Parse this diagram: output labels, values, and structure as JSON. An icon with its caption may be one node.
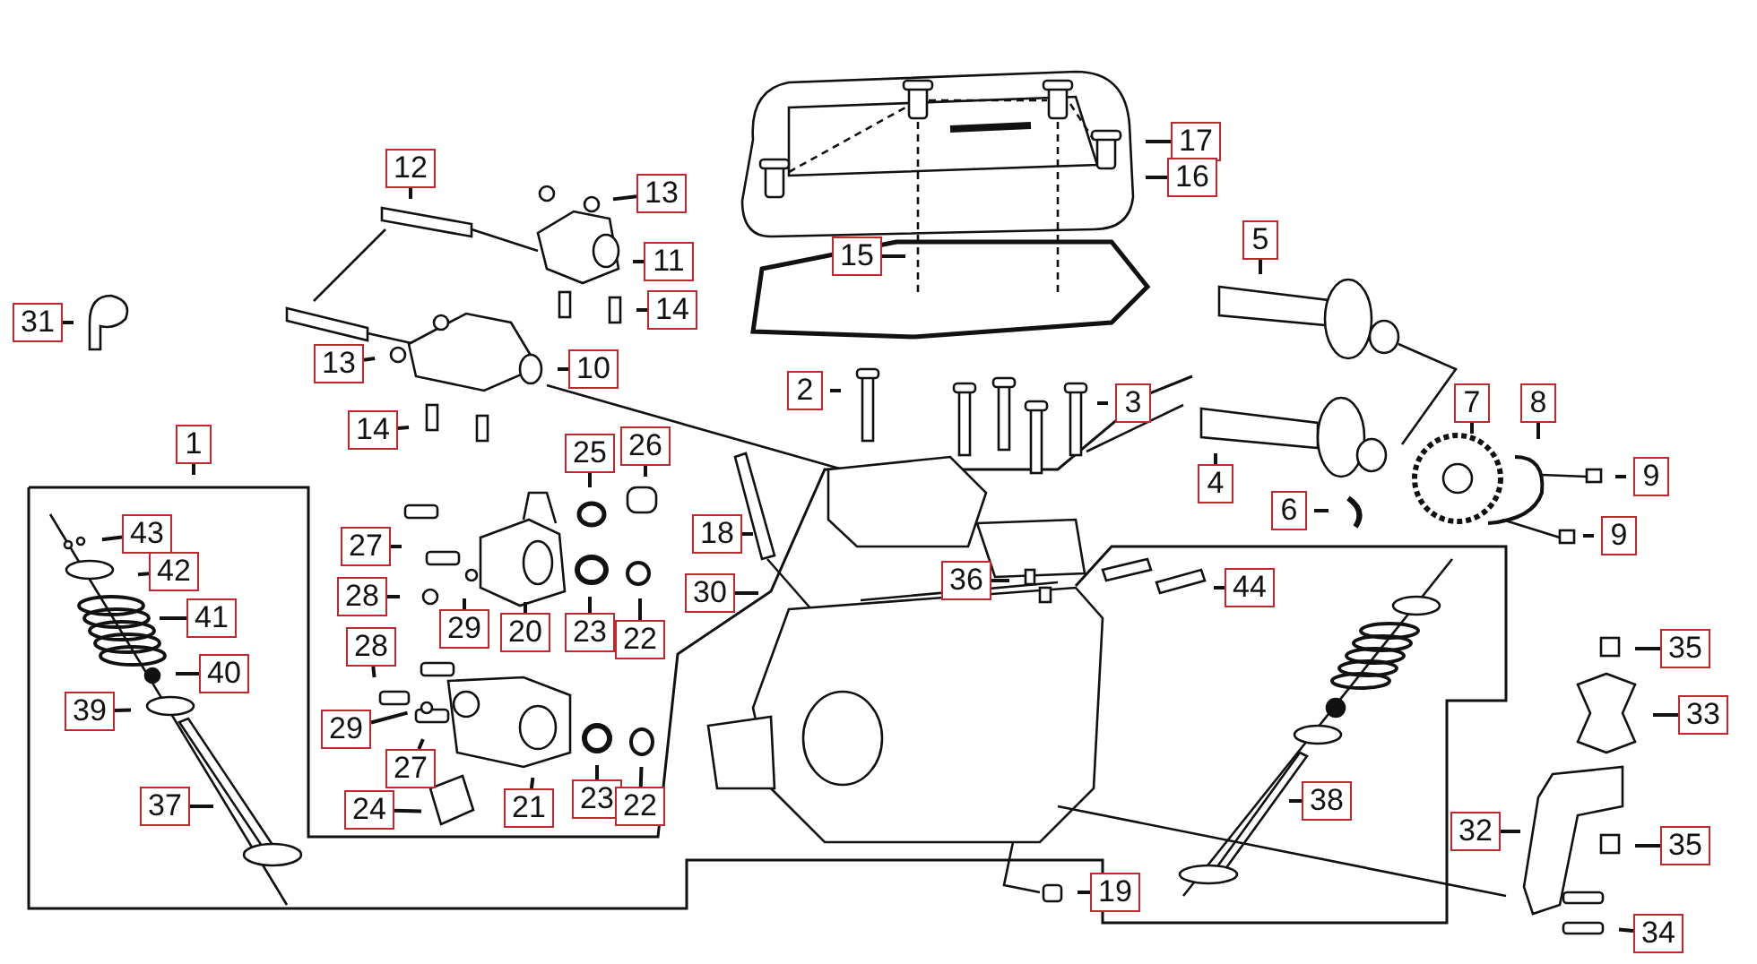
{
  "diagram": {
    "nodes": [
      {
        "text": [
          "17"
        ]
      },
      {
        "text": [
          "16"
        ]
      },
      {
        "text": [
          "12"
        ]
      },
      {
        "text": [
          "13"
        ]
      },
      {
        "text": [
          "11"
        ]
      },
      {
        "text": [
          "15"
        ]
      },
      {
        "text": [
          "5"
        ]
      },
      {
        "text": [
          "31"
        ]
      },
      {
        "text": [
          "14"
        ]
      },
      {
        "text": [
          "13"
        ]
      },
      {
        "text": [
          "10"
        ]
      },
      {
        "text": [
          "2"
        ]
      },
      {
        "text": [
          "3"
        ]
      },
      {
        "text": [
          "7"
        ]
      },
      {
        "text": [
          "8"
        ]
      },
      {
        "text": [
          "14"
        ]
      },
      {
        "text": [
          "4"
        ]
      },
      {
        "text": [
          "1"
        ]
      },
      {
        "text": [
          "25"
        ]
      },
      {
        "text": [
          "26"
        ]
      },
      {
        "text": [
          "9"
        ]
      },
      {
        "text": [
          "6"
        ]
      },
      {
        "text": [
          "9"
        ]
      },
      {
        "text": [
          "18"
        ]
      },
      {
        "text": [
          "27"
        ]
      },
      {
        "text": [
          "43"
        ]
      },
      {
        "text": [
          "42"
        ]
      },
      {
        "text": [
          "30"
        ]
      },
      {
        "text": [
          "28"
        ]
      },
      {
        "text": [
          "29"
        ]
      },
      {
        "text": [
          "20"
        ]
      },
      {
        "text": [
          "23"
        ]
      },
      {
        "text": [
          "22"
        ]
      },
      {
        "text": [
          "36"
        ]
      },
      {
        "text": [
          "44"
        ]
      },
      {
        "text": [
          "41"
        ]
      },
      {
        "text": [
          "40"
        ]
      },
      {
        "text": [
          "39"
        ]
      },
      {
        "text": [
          "28"
        ]
      },
      {
        "text": [
          "35"
        ]
      },
      {
        "text": [
          "29"
        ]
      },
      {
        "text": [
          "33"
        ]
      },
      {
        "text": [
          "27"
        ]
      },
      {
        "text": [
          "37"
        ]
      },
      {
        "text": [
          "24"
        ]
      },
      {
        "text": [
          "21"
        ]
      },
      {
        "text": [
          "23"
        ]
      },
      {
        "text": [
          "22"
        ]
      },
      {
        "text": [
          "38"
        ]
      },
      {
        "text": [
          "32"
        ]
      },
      {
        "text": [
          "35"
        ]
      },
      {
        "text": [
          "19"
        ]
      },
      {
        "text": [
          "34"
        ]
      }
    ],
    "edges": [
      {
        "from": 0,
        "to": null,
        "arrow": "none"
      },
      {
        "from": 1,
        "to": null,
        "arrow": "none"
      },
      {
        "from": 2,
        "to": null,
        "arrow": "none"
      },
      {
        "from": 3,
        "to": null,
        "arrow": "none"
      },
      {
        "from": 4,
        "to": null,
        "arrow": "none"
      },
      {
        "from": 5,
        "to": null,
        "arrow": "none"
      },
      {
        "from": 6,
        "to": null,
        "arrow": "none"
      },
      {
        "from": 7,
        "to": null,
        "arrow": "none"
      },
      {
        "from": 8,
        "to": null,
        "arrow": "none"
      },
      {
        "from": 9,
        "to": null,
        "arrow": "none"
      },
      {
        "from": 10,
        "to": null,
        "arrow": "none"
      },
      {
        "from": 11,
        "to": null,
        "arrow": "none"
      },
      {
        "from": 12,
        "to": null,
        "arrow": "none"
      },
      {
        "from": 13,
        "to": null,
        "arrow": "none"
      },
      {
        "from": 14,
        "to": null,
        "arrow": "none"
      },
      {
        "from": 15,
        "to": null,
        "arrow": "none"
      },
      {
        "from": 16,
        "to": null,
        "arrow": "none"
      },
      {
        "from": 17,
        "to": null,
        "arrow": "none"
      },
      {
        "from": 18,
        "to": null,
        "arrow": "none"
      },
      {
        "from": 19,
        "to": null,
        "arrow": "none"
      },
      {
        "from": 20,
        "to": null,
        "arrow": "none"
      },
      {
        "from": 21,
        "to": null,
        "arrow": "none"
      },
      {
        "from": 22,
        "to": null,
        "arrow": "none"
      },
      {
        "from": 23,
        "to": null,
        "arrow": "none"
      },
      {
        "from": 24,
        "to": null,
        "arrow": "none"
      },
      {
        "from": 25,
        "to": null,
        "arrow": "none"
      },
      {
        "from": 26,
        "to": null,
        "arrow": "none"
      },
      {
        "from": 27,
        "to": null,
        "arrow": "none"
      },
      {
        "from": 28,
        "to": null,
        "arrow": "none"
      },
      {
        "from": 29,
        "to": null,
        "arrow": "none"
      },
      {
        "from": 30,
        "to": null,
        "arrow": "none"
      },
      {
        "from": 31,
        "to": null,
        "arrow": "none"
      },
      {
        "from": 32,
        "to": null,
        "arrow": "none"
      },
      {
        "from": 33,
        "to": null,
        "arrow": "none"
      },
      {
        "from": 34,
        "to": null,
        "arrow": "none"
      },
      {
        "from": 35,
        "to": null,
        "arrow": "none"
      },
      {
        "from": 36,
        "to": null,
        "arrow": "none"
      },
      {
        "from": 37,
        "to": null,
        "arrow": "none"
      },
      {
        "from": 38,
        "to": null,
        "arrow": "none"
      },
      {
        "from": 39,
        "to": null,
        "arrow": "none"
      },
      {
        "from": 40,
        "to": null,
        "arrow": "none"
      },
      {
        "from": 41,
        "to": null,
        "arrow": "none"
      },
      {
        "from": 42,
        "to": null,
        "arrow": "none"
      },
      {
        "from": 43,
        "to": null,
        "arrow": "none"
      },
      {
        "from": 44,
        "to": null,
        "arrow": "none"
      },
      {
        "from": 45,
        "to": null,
        "arrow": "none"
      },
      {
        "from": 46,
        "to": null,
        "arrow": "none"
      },
      {
        "from": 47,
        "to": null,
        "arrow": "none"
      },
      {
        "from": 48,
        "to": null,
        "arrow": "none"
      },
      {
        "from": 49,
        "to": null,
        "arrow": "none"
      },
      {
        "from": 50,
        "to": null,
        "arrow": "none"
      },
      {
        "from": 51,
        "to": null,
        "arrow": "none"
      },
      {
        "from": 52,
        "to": null,
        "arrow": "none"
      }
    ]
  }
}
